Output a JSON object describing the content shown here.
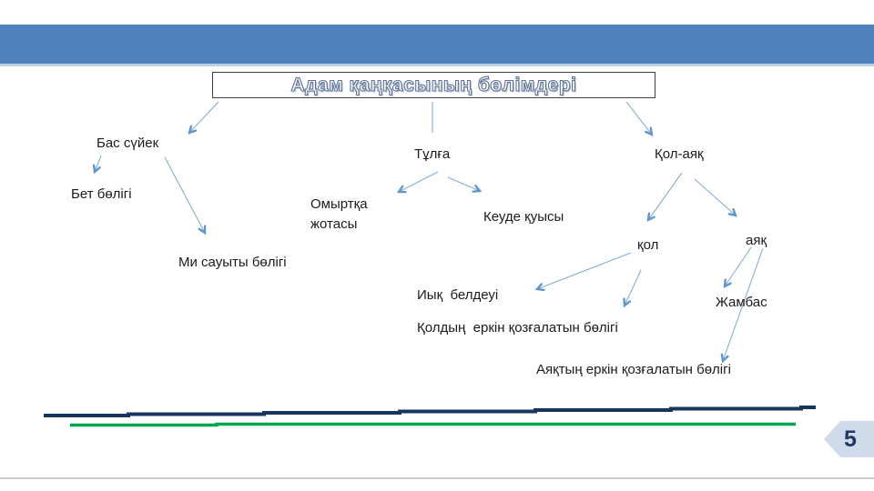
{
  "slide": {
    "title": "Адам қаңқасының бөлімдері",
    "page_number": "5"
  },
  "diagram": {
    "nodes": [
      {
        "id": "bas-suyek",
        "label": "Бас сүйек"
      },
      {
        "id": "bet-boligi",
        "label": "Бет бөлігі"
      },
      {
        "id": "mi-sauyty",
        "label": "Ми сауыты бөлігі"
      },
      {
        "id": "tulga",
        "label": "Тұлға"
      },
      {
        "id": "omyrtka",
        "label": "Омыртқа жотасы"
      },
      {
        "id": "keude",
        "label": "Кеуде қуысы"
      },
      {
        "id": "kol-ayak",
        "label": "Қол-аяқ"
      },
      {
        "id": "kol",
        "label": "қол"
      },
      {
        "id": "ayak",
        "label": "аяқ"
      },
      {
        "id": "iyk",
        "label": "Иық  белдеуі"
      },
      {
        "id": "koldyn",
        "label": "Қолдың  еркін қозғалатын бөлігі"
      },
      {
        "id": "zhambas",
        "label": "Жамбас"
      },
      {
        "id": "ayaktyn",
        "label": "Аяқтың еркін қозғалатын бөлігі"
      }
    ],
    "edges": [
      {
        "from": "title",
        "to": "bas-suyek"
      },
      {
        "from": "title",
        "to": "tulga"
      },
      {
        "from": "title",
        "to": "kol-ayak"
      },
      {
        "from": "bas-suyek",
        "to": "bet-boligi"
      },
      {
        "from": "bas-suyek",
        "to": "mi-sauyty"
      },
      {
        "from": "tulga",
        "to": "omyrtka"
      },
      {
        "from": "tulga",
        "to": "keude"
      },
      {
        "from": "kol-ayak",
        "to": "kol"
      },
      {
        "from": "kol-ayak",
        "to": "ayak"
      },
      {
        "from": "kol",
        "to": "iyk"
      },
      {
        "from": "kol",
        "to": "koldyn"
      },
      {
        "from": "ayak",
        "to": "zhambas"
      },
      {
        "from": "ayak",
        "to": "ayaktyn"
      }
    ]
  },
  "colors": {
    "header_blue": "#4F81BD",
    "header_strip": "#BCCFE6",
    "arrow_blue": "#87ACD6",
    "arrowhead_blue": "#5E97CE",
    "text": "#1B1B1B",
    "footer_navy_line": "#17365D",
    "footer_green_line": "#00A550",
    "page_tab_fill": "#CFDAEB",
    "page_number": "#1F3864"
  }
}
